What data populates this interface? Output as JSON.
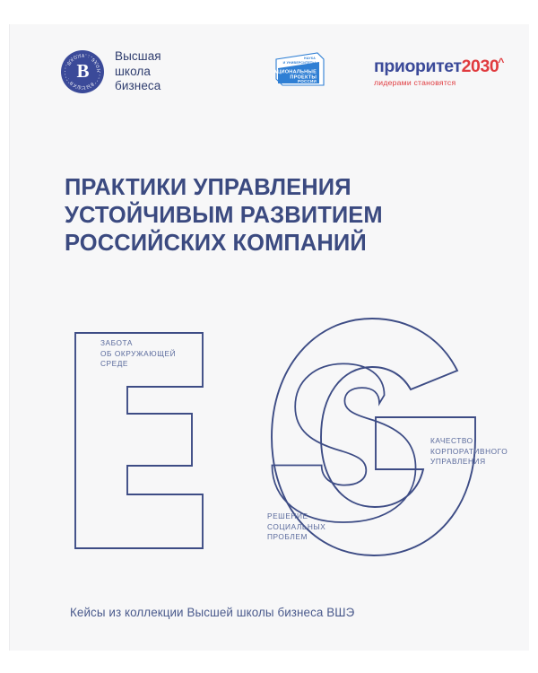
{
  "cover": {
    "background_color": "#f7f7f8",
    "accent_color": "#3b4a80",
    "line_color": "#3d4c85"
  },
  "logos": {
    "hse": {
      "seal_monogram": "В",
      "seal_ring_text": "ВЫСШАЯ ШКОЛА ЭКОНОМИКИ",
      "name": "Высшая\nшкола\nбизнеса",
      "color": "#3b4a99"
    },
    "national_projects": {
      "top_line_1": "НАУКА",
      "top_line_2": "И УНИВЕРСИТЕТЫ",
      "main_line_1": "НАЦИОНАЛЬНЫЕ",
      "main_line_2": "ПРОЕКТЫ",
      "main_line_3": "РОССИИ",
      "color": "#2f7fd4"
    },
    "priority2030": {
      "word": "приоритет",
      "year": "2030",
      "caret": "^",
      "tagline": "лидерами становятся",
      "word_color": "#3b4a99",
      "year_color": "#e03a3e"
    }
  },
  "title": {
    "lines": [
      "ПРАКТИКИ УПРАВЛЕНИЯ",
      "УСТОЙЧИВЫМ РАЗВИТИЕМ",
      "РОССИЙСКИХ КОМПАНИЙ"
    ]
  },
  "esg": {
    "letters": "ESG",
    "labels": {
      "environmental": "ЗАБОТА\nОБ ОКРУЖАЮЩЕЙ\nСРЕДЕ",
      "social": "РЕШЕНИЕ\nСОЦИАЛЬНЫХ\nПРОБЛЕМ",
      "governance": "КАЧЕСТВО\nКОРПОРАТИВНОГО\nУПРАВЛЕНИЯ"
    }
  },
  "footer": {
    "text": "Кейсы из коллекции Высшей школы бизнеса ВШЭ"
  }
}
